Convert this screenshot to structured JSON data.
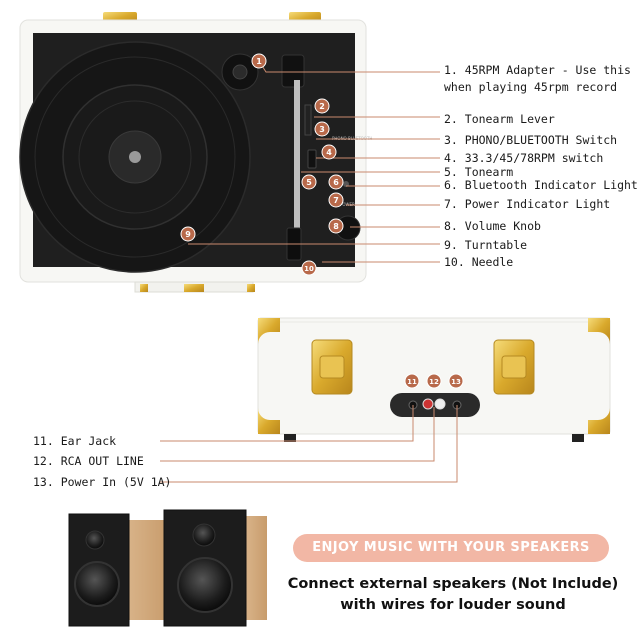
{
  "callouts": [
    {
      "number": "1",
      "text": "1. 45RPM Adapter - Use this when playing 45rpm record"
    },
    {
      "number": "2",
      "text": "2. Tonearm Lever"
    },
    {
      "number": "3",
      "text": "3. PHONO/BLUETOOTH Switch"
    },
    {
      "number": "4",
      "text": "4. 33.3/45/78RPM switch"
    },
    {
      "number": "5",
      "text": "5. Tonearm"
    },
    {
      "number": "6",
      "text": "6. Bluetooth Indicator Light"
    },
    {
      "number": "7",
      "text": "7. Power Indicator Light"
    },
    {
      "number": "8",
      "text": "8. Volume Knob"
    },
    {
      "number": "9",
      "text": "9. Turntable"
    },
    {
      "number": "10",
      "text": "10. Needle"
    },
    {
      "number": "11",
      "text": "11. Ear Jack"
    },
    {
      "number": "12",
      "text": "12. RCA OUT LINE"
    },
    {
      "number": "13",
      "text": "13. Power In (5V 1A)"
    }
  ],
  "panel_text": {
    "switch": "PHONO BLUETOOTH",
    "power": "POWER"
  },
  "banner": "ENJOY MUSIC WITH YOUR SPEAKERS",
  "caption_line1": "Connect external speakers (Not Include)",
  "caption_line2": "with wires for louder sound",
  "colors": {
    "callout_badge": "#b8694a",
    "leader_line": "#c98a6e",
    "banner": "#f2b7a5",
    "brass": "#d9b13b",
    "case": "#f7f7f4",
    "panel": "#1f1f1f"
  }
}
